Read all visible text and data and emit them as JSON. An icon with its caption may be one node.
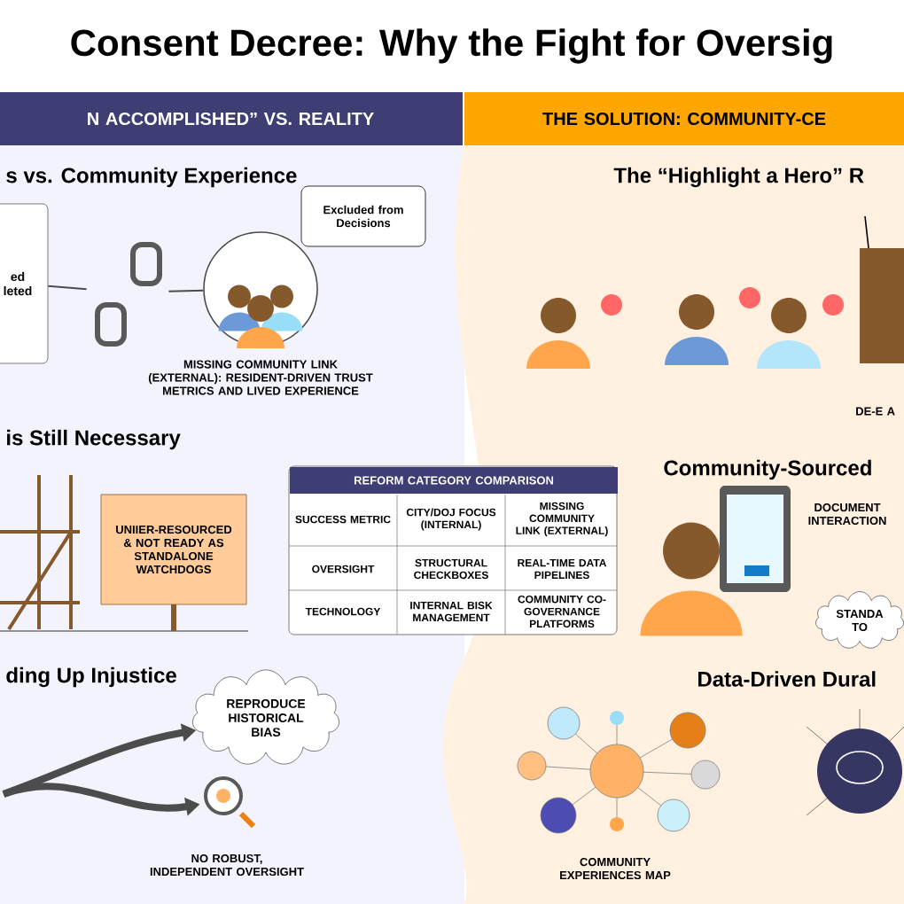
{
  "diagram": {
    "title": "Consent Decree: Why the Fight for Oversig",
    "nodes": [
      {
        "text": [
          "N ACCOMPLISHED” VS. REALITY"
        ]
      },
      {
        "text": [
          "THE SOLUTION: COMMUNITY-CE"
        ]
      },
      {
        "text": [
          "ed",
          "leted"
        ]
      },
      {
        "text": [],
        "shape": "picture"
      },
      {
        "text": [],
        "shape": "circle"
      },
      {
        "text": [
          "Excluded from Decisions"
        ]
      },
      {
        "text": [
          "UNIIER-RESOURCED & NOT READY AS STANDALONE WATCHDOGS"
        ]
      },
      {
        "text": [
          "REFORM CATEGORY COMPARISON"
        ]
      },
      {
        "text": [
          "REPRODUCE HISTORICAL BIAS"
        ]
      },
      {
        "text": [],
        "shape": "picture",
        "beside": [
          "NO ROBUST, INDEPENDENT OVERSIGHT"
        ]
      },
      {
        "text": [
          "STANDA TO"
        ]
      }
    ],
    "edges": [
      {
        "from": 2,
        "to": 3,
        "arrow": "none"
      },
      {
        "from": 3,
        "to": 4,
        "arrow": "none"
      },
      {
        "from": null,
        "to": 8,
        "arrow": "to",
        "style": "thick"
      },
      {
        "from": null,
        "to": 9,
        "arrow": "to",
        "style": "thick"
      }
    ],
    "labels": [
      "s vs. Community Experience",
      "The “Highlight a Hero” R",
      "MISSING COMMUNITY LINK (EXTERNAL): RESIDENT-DRIVEN TRUST METRICS AND LIVED EXPERIENCE",
      "DE-E A",
      "is Still Necessary",
      "Community-Sourced",
      "SUCCESS METRIC",
      "CITY/DOJ FOCUS (INTERNAL)",
      "MISSING COMMUNITY LINK (EXTERNAL)",
      "OVERSIGHT",
      "STRUCTURAL CHECKBOXES",
      "REAL-TIME DATA PIPELINES",
      "TECHNOLOGY",
      "INTERNAL BISK MANAGEMENT",
      "COMMUNITY CO-GOVERNANCE PLATFORMS",
      "DOCUMENT INTERACTION",
      "ding Up Injustice",
      "Data-Driven Dural",
      "COMMUNITY EXPERIENCES MAP"
    ]
  }
}
